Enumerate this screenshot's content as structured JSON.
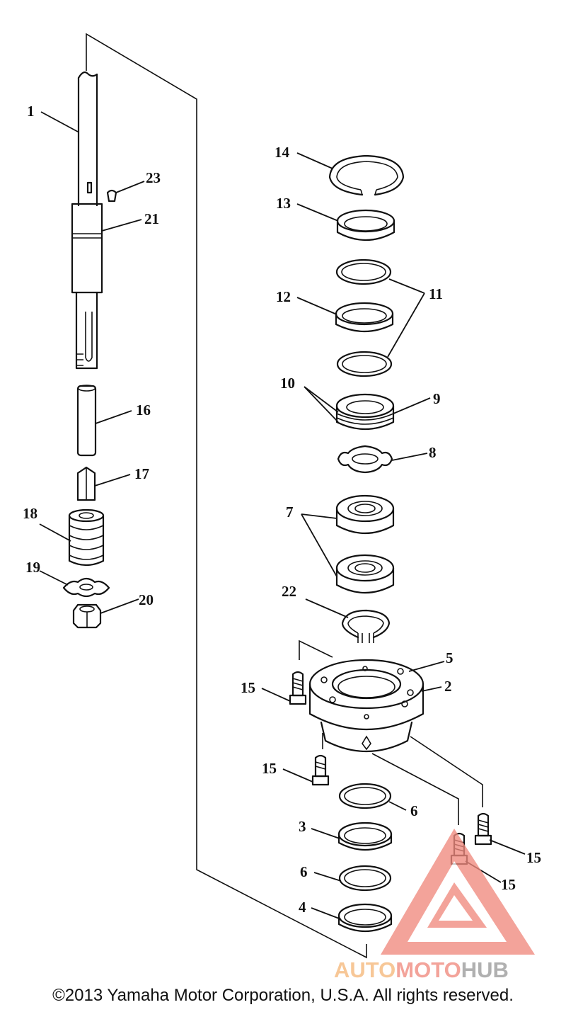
{
  "labels": {
    "p1": "1",
    "p2": "2",
    "p3": "3",
    "p4": "4",
    "p5": "5",
    "p6a": "6",
    "p6b": "6",
    "p7": "7",
    "p8": "8",
    "p9": "9",
    "p10": "10",
    "p11": "11",
    "p12": "12",
    "p13": "13",
    "p14": "14",
    "p15a": "15",
    "p15b": "15",
    "p15c": "15",
    "p15d": "15",
    "p16": "16",
    "p17": "17",
    "p18": "18",
    "p19": "19",
    "p20": "20",
    "p21": "21",
    "p22": "22",
    "p23": "23"
  },
  "watermark": {
    "part1": "AUTO",
    "part2": "MOTO",
    "part3": "HUB",
    "color1": "#f5b87a",
    "color2": "#f08a7e",
    "color3": "#9a9a9a"
  },
  "footer": {
    "copyright": "©2013 Yamaha Motor Corporation, U.S.A. All rights reserved."
  }
}
